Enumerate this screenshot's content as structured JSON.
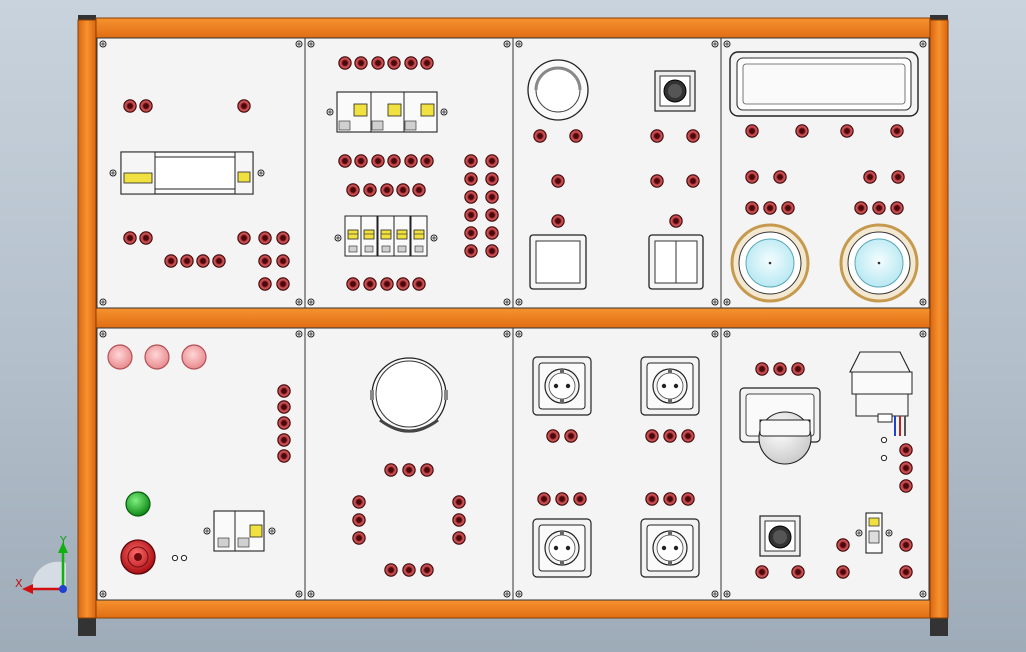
{
  "viewport": {
    "background_top": "#c9d3dd",
    "background_bottom": "#9eabb8"
  },
  "colors": {
    "frame": "#f07c1c",
    "frame_edge": "#8a3e05",
    "panel": "#f4f4f4",
    "terminal_outer": "#b8373a",
    "terminal_inner": "#7b1518",
    "breaker_handle": "#f0e040",
    "lamp_pink": "#f4a5a8",
    "lamp_green": "#22b02c",
    "estop_red": "#d81e24",
    "gauge_face": "#dff6fb",
    "gauge_ring": "#c69a4e",
    "axis_x": "#d01010",
    "axis_y": "#10b010",
    "axis_z": "#2040d0"
  },
  "axis_triad": {
    "x_label": "X",
    "y_label": "Y"
  },
  "panels": [
    {
      "name": "breaker-panel",
      "icon": "circuit-breaker-icon"
    },
    {
      "name": "mcb-distribution-panel",
      "icon": "breaker-bank-icon"
    },
    {
      "name": "lamp-switch-panel",
      "icon": "wall-switch-icon"
    },
    {
      "name": "meter-panel",
      "icon": "gauge-icon"
    },
    {
      "name": "indicator-panel",
      "icon": "indicator-lamp-icon"
    },
    {
      "name": "lamp-holder-panel",
      "icon": "lamp-holder-icon"
    },
    {
      "name": "socket-panel",
      "icon": "power-socket-icon"
    },
    {
      "name": "sensor-panel",
      "icon": "motion-sensor-icon"
    }
  ]
}
